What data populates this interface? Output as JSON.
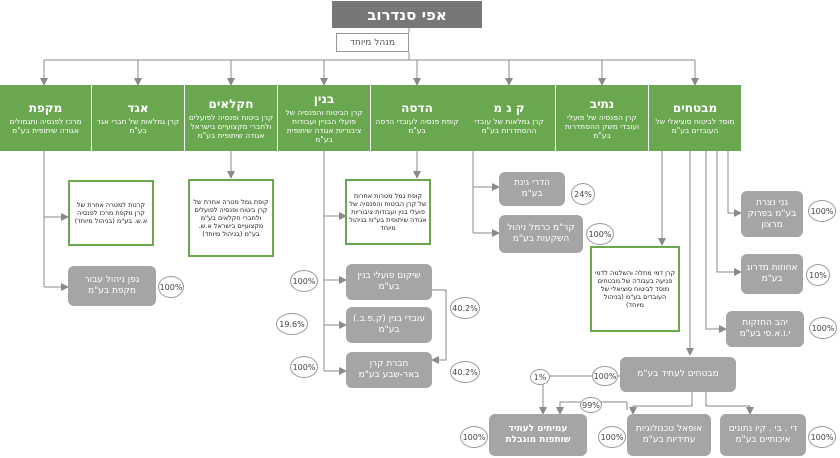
{
  "root": {
    "name": "אפי סנדרוב",
    "subtitle": "מנהל מיוחד"
  },
  "green": [
    {
      "title": "מבטחים",
      "sub": "מוסד לביטוח סוציאלי של העובדים בע\"מ"
    },
    {
      "title": "נתיב",
      "sub": "קרן הפנסיה של פועלי ועובדי משק ההסתדרות בע\"מ"
    },
    {
      "title": "ק ג מ",
      "sub": "קרן גמלאות של עובדי ההסתדרות בע\"מ"
    },
    {
      "title": "הדסה",
      "sub": "קופת פנסיה לעובדי הדסה בע\"מ"
    },
    {
      "title": "בנין",
      "sub": "קרן הביטוח והפנסיה של פועלי הבניין ועבודות ציבוריות אגודה שיתופית בע\"מ"
    },
    {
      "title": "חקלאים",
      "sub": "קרן ביטוח ופנסיה לפועלים ולחברי מקצועיים בישראל אגודה שיתופית בע\"מ"
    },
    {
      "title": "אגד",
      "sub": "קרן גמלאות של חברי אגד בע\"מ"
    },
    {
      "title": "מקפת",
      "sub": "מרכז לפנסיה ותגמולים אגודה שיתופית בע\"מ"
    }
  ],
  "notes": [
    "קרנות למטרה אחרת של קרן מקפת מרכז לפנסיה א.ש. בע\"מ (בניהול מיוחד)",
    "קופת גמל מטרה אחרת של קרן ביטוח ופנסיה לפועלים ולחברי חקלאים בע\"מ מקצועיים בישראל א.ש. בע\"מ (בניהול מיוחד)",
    "קופת גמל מטרות אחרות של קרן הביטוח והפנסיה של פועלי בנין ועבודות ציבוריות אגודה שיתופית בע\"מ בניהול מיוחד",
    "קרן דמי מחלה והשלמה לדמי פגיעה בעבודה של מבטחים מוסד לביטוח סוציאלי של העובדים בע\"מ (בניהול מיוחד)"
  ],
  "gray": [
    {
      "text": "גפן ניהול עבור מקפת בע\"מ",
      "pct": "100%"
    },
    {
      "text": "הדרי גינת בע\"מ",
      "pct": "24%"
    },
    {
      "text": "קר\"מ כרמל ניהול השקעות בע\"מ",
      "pct": "100%"
    },
    {
      "text": "שיקום פועלי בנין בע\"מ",
      "pct": "100%"
    },
    {
      "text": "עובדי בנין (ק.פ.ב.) בע\"מ",
      "pct": "19.6%"
    },
    {
      "text": "חברת קרן באר-שבע בע\"מ",
      "pct": "100%"
    },
    {
      "text": "גני נצרת בע\"מ בפרוק מרצון",
      "pct": "100%"
    },
    {
      "text": "אחוזות מדרוג בע\"מ",
      "pct": "10%"
    },
    {
      "text": "יהב החזקות י.ו.א.סי בע\"מ",
      "pct": "100%"
    },
    {
      "text": "מבטחים לעתיד בע\"מ",
      "pct": "100%"
    },
    {
      "text": "די . בי . קיו נתונים איכותיים בע\"מ",
      "pct": "100%"
    },
    {
      "text": "אופאל טכנולוגיות עתידיות בע\"מ",
      "pct": "100%"
    },
    {
      "text": "עמיתים לעתיד שותפות מוגבלת",
      "pct": "100%"
    }
  ],
  "link_pcts": [
    "40.2%",
    "40.2%",
    "1%",
    "99%"
  ]
}
